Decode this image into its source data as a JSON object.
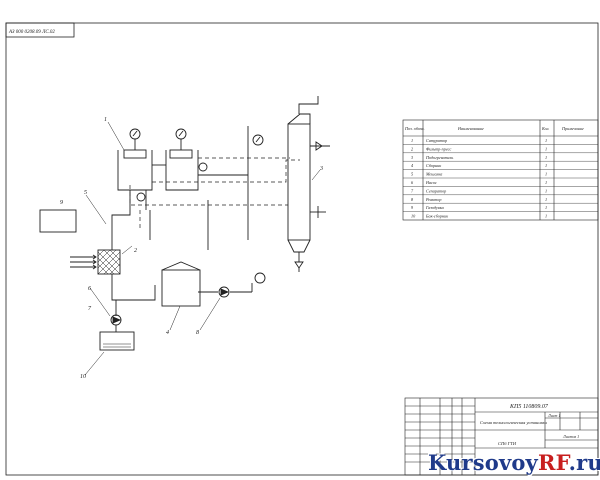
{
  "sheet": {
    "top_stamp": "АЗ 000 0208.09 ЛС.02",
    "spec_header": {
      "pos": "Поз. обозн.",
      "name": "Наименование",
      "qty": "Кол.",
      "note": "Примечание"
    },
    "spec_rows": [
      {
        "pos": "1",
        "name": "Сатуратор",
        "qty": "1"
      },
      {
        "pos": "2",
        "name": "Фильтр-пресс",
        "qty": "1"
      },
      {
        "pos": "3",
        "name": "Подогреватель",
        "qty": "1"
      },
      {
        "pos": "4",
        "name": "Сборник",
        "qty": "1"
      },
      {
        "pos": "5",
        "name": "Мешалка",
        "qty": "1"
      },
      {
        "pos": "6",
        "name": "Насос",
        "qty": "1"
      },
      {
        "pos": "7",
        "name": "Сепаратор",
        "qty": "1"
      },
      {
        "pos": "8",
        "name": "Реактор",
        "qty": "1"
      },
      {
        "pos": "9",
        "name": "Газодувка",
        "qty": "1"
      },
      {
        "pos": "10",
        "name": "Бак-сборник",
        "qty": "1"
      }
    ],
    "title_block": {
      "code": "КП5 110809.07",
      "title": "Схема технологическая установки",
      "org": "СПб ГТИ",
      "sheet_label": "Лист 1",
      "sheets_label": "Листов 1"
    },
    "labels": [
      "1",
      "2",
      "3",
      "4",
      "5",
      "6",
      "7",
      "8",
      "9",
      "10"
    ]
  },
  "watermark": {
    "main": "Kursovoy",
    "accent": "RF",
    "suffix": ".ru"
  },
  "colors": {
    "line": "#222222",
    "brand_blue": "#1f3a8a",
    "brand_red": "#c81e1e"
  }
}
